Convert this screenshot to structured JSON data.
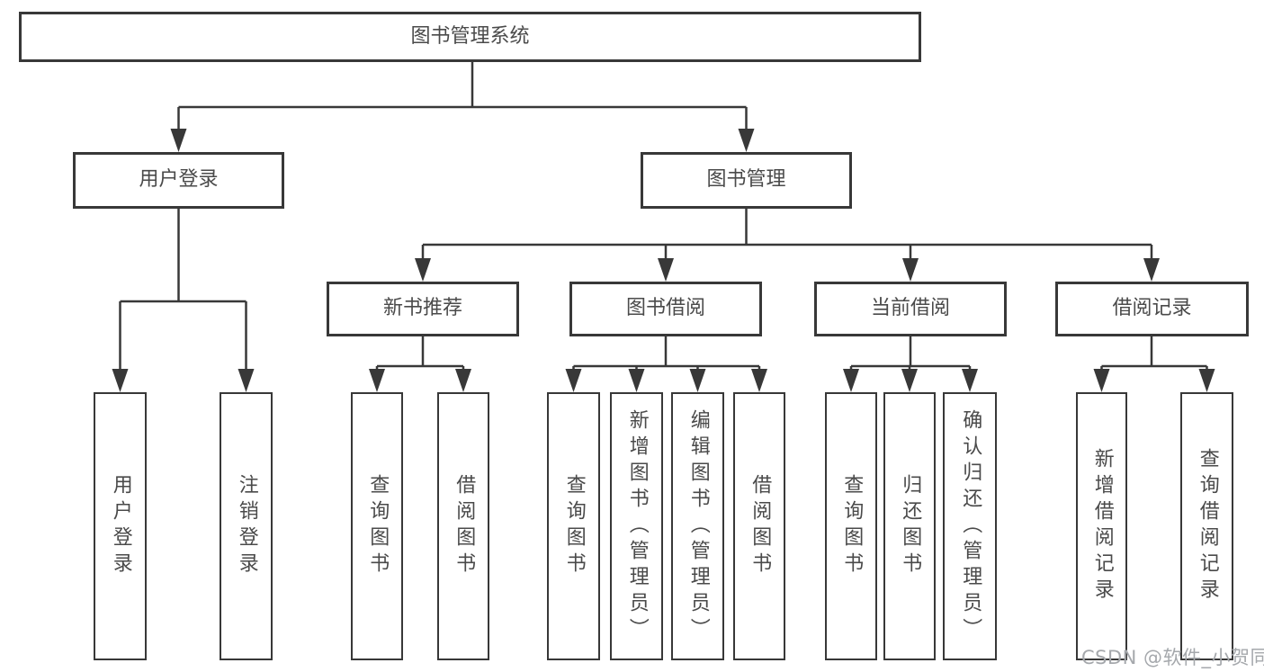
{
  "page": {
    "title": "图书管理系统"
  },
  "tree": {
    "root": {
      "label": "图书管理系统"
    },
    "branches": [
      {
        "label": "用户登录",
        "children": [
          {
            "label": "用户登录"
          },
          {
            "label": "注销登录"
          }
        ]
      },
      {
        "label": "图书管理",
        "children": [
          {
            "label": "新书推荐",
            "children": [
              {
                "label": "查询图书"
              },
              {
                "label": "借阅图书"
              }
            ]
          },
          {
            "label": "图书借阅",
            "children": [
              {
                "label": "查询图书"
              },
              {
                "label": "新增图书（管理员）"
              },
              {
                "label": "编辑图书（管理员）"
              },
              {
                "label": "借阅图书"
              }
            ]
          },
          {
            "label": "当前借阅",
            "children": [
              {
                "label": "查询图书"
              },
              {
                "label": "归还图书"
              },
              {
                "label": "确认归还（管理员）"
              }
            ]
          },
          {
            "label": "借阅记录",
            "children": [
              {
                "label": "新增借阅记录"
              },
              {
                "label": "查询借阅记录"
              }
            ]
          }
        ]
      }
    ]
  },
  "watermark": {
    "text": "CSDN @软件_小贺同学"
  },
  "colors": {
    "line": "#383838",
    "box_border": "#383838",
    "text": "#4a4a4a",
    "watermark": "#a5a8ac",
    "background": "#ffffff"
  }
}
